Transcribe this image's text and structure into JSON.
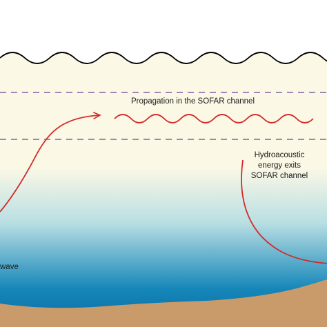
{
  "labels": {
    "sofar_propagation": "Propagation in the SOFAR channel",
    "exit_line1": "Hydroacoustic",
    "exit_line2": "energy exits",
    "exit_line3": "SOFAR channel",
    "wave_partial": "wave"
  },
  "colors": {
    "sky": "#ffffff",
    "surface_wave": "#000000",
    "water_top": "#fbf8e6",
    "water_mid": "#b9dfe3",
    "water_deep": "#1687b9",
    "water_bottom": "#0b6aa6",
    "sofar_boundary": "#6b3f9a",
    "ray": "#d42a2a",
    "seafloor": "#c99a6a"
  }
}
